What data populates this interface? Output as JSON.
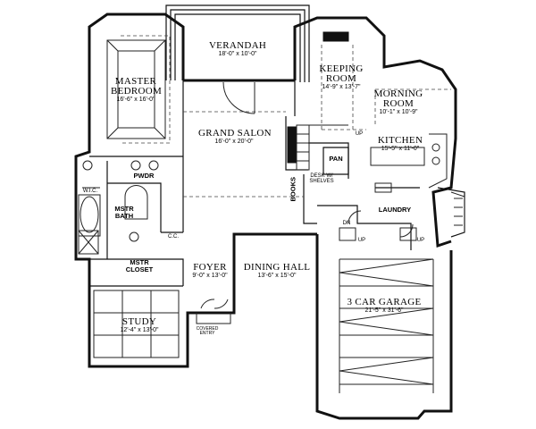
{
  "rooms": {
    "verandah": {
      "name": "VERANDAH",
      "dim": "18'-0\" x 10'-0\""
    },
    "keeping": {
      "name1": "KEEPING",
      "name2": "ROOM",
      "dim": "14'-9\" x 13'-7\""
    },
    "morning": {
      "name1": "MORNING",
      "name2": "ROOM",
      "dim": "10'-1\" x 10'-9\""
    },
    "master": {
      "name1": "MASTER",
      "name2": "BEDROOM",
      "dim": "16'-6\" x 16'-0\""
    },
    "salon": {
      "name": "GRAND SALON",
      "dim": "16'-0\" x 20'-0\""
    },
    "kitchen": {
      "name": "KITCHEN",
      "dim": "15'-5\" x 11'-0\""
    },
    "pwdr": {
      "name": "PWDR"
    },
    "pan": {
      "name": "PAN"
    },
    "books": {
      "name": "BOOKS"
    },
    "desk": {
      "name1": "DESK W/",
      "name2": "SHELVES"
    },
    "wic": {
      "name": "W.I.C."
    },
    "mstr_bath": {
      "name1": "MSTR",
      "name2": "BATH"
    },
    "cc": {
      "name": "C.C."
    },
    "laundry": {
      "name": "LAUNDRY"
    },
    "mstr_closet": {
      "name1": "MSTR",
      "name2": "CLOSET"
    },
    "foyer": {
      "name": "FOYER",
      "dim": "9'-0\" x 13'-0\""
    },
    "dining": {
      "name": "DINING HALL",
      "dim": "13'-6\" x 15'-0\""
    },
    "garage": {
      "name": "3 CAR GARAGE",
      "dim": "21'-5\" x 31'-6\""
    },
    "study": {
      "name": "STUDY",
      "dim": "12'-4\" x 13'-0\""
    },
    "entry": {
      "name1": "COVERED",
      "name2": "ENTRY"
    }
  },
  "labels": {
    "up1": "UP",
    "up2": "UP",
    "up3": "UP",
    "dn": "DN"
  }
}
